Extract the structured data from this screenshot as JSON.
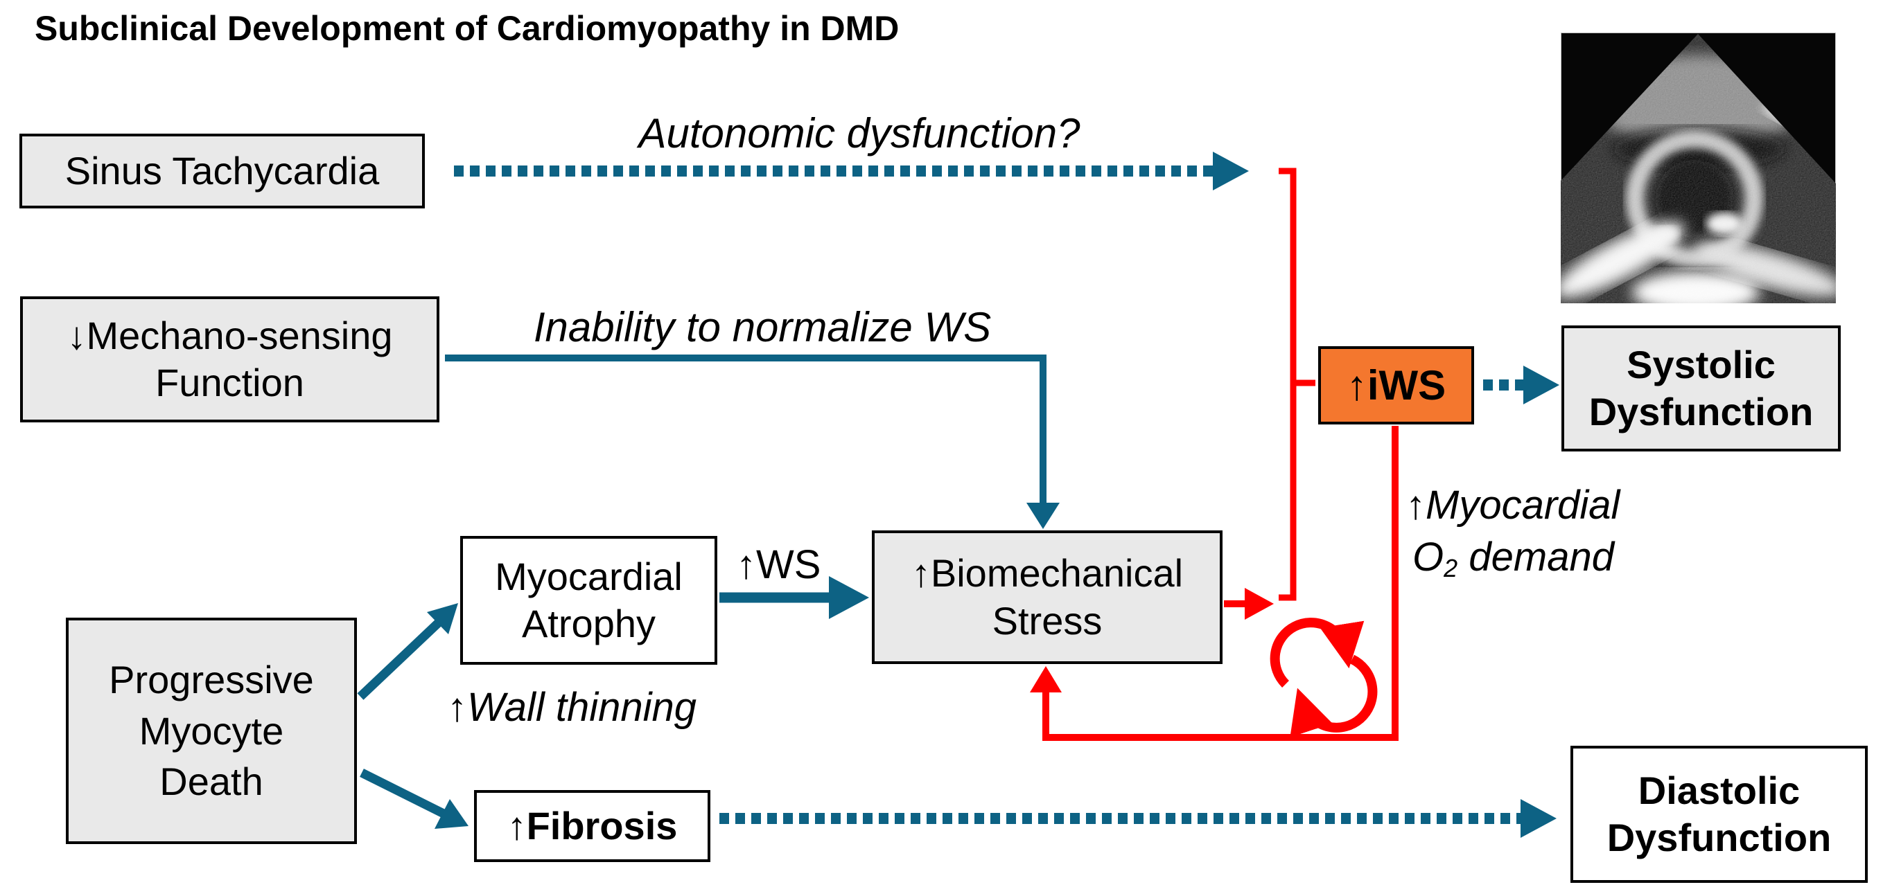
{
  "title": "Subclinical Development of Cardiomyopathy in DMD",
  "colors": {
    "teal_arrow": "#0d6284",
    "red_arrow": "#ff0000",
    "orange_highlight": "#f4772e",
    "box_fill_gray": "#e9e9e9",
    "box_fill_white": "#ffffff",
    "box_border": "#000000"
  },
  "boxes": {
    "sinus": {
      "label": "Sinus Tachycardia"
    },
    "mechano": {
      "line1": "↓Mechano-sensing",
      "line2": "Function"
    },
    "progressive": {
      "line1": "Progressive",
      "line2": "Myocyte",
      "line3": "Death"
    },
    "atrophy": {
      "line1": "Myocardial",
      "line2": "Atrophy"
    },
    "biomech": {
      "line1": "↑Biomechanical",
      "line2": "Stress"
    },
    "fibrosis": {
      "arrow": "↑",
      "label": "Fibrosis"
    },
    "iws": {
      "arrow": "↑",
      "label": "iWS"
    },
    "systolic": {
      "line1": "Systolic",
      "line2": "Dysfunction"
    },
    "diastolic": {
      "line1": "Diastolic",
      "line2": "Dysfunction"
    }
  },
  "labels": {
    "autonomic": "Autonomic dysfunction?",
    "inability": "Inability to normalize WS",
    "ws": "↑WS",
    "wall_thinning_arrow": "↑",
    "wall_thinning": "Wall thinning",
    "myo_line1": "↑Myocardial",
    "myo_o": "O",
    "myo_o_sub": "2",
    "myo_rest": "demand"
  },
  "icons": {
    "cycle": "positive-feedback-cycle",
    "echo": "echocardiogram-short-axis-view"
  }
}
